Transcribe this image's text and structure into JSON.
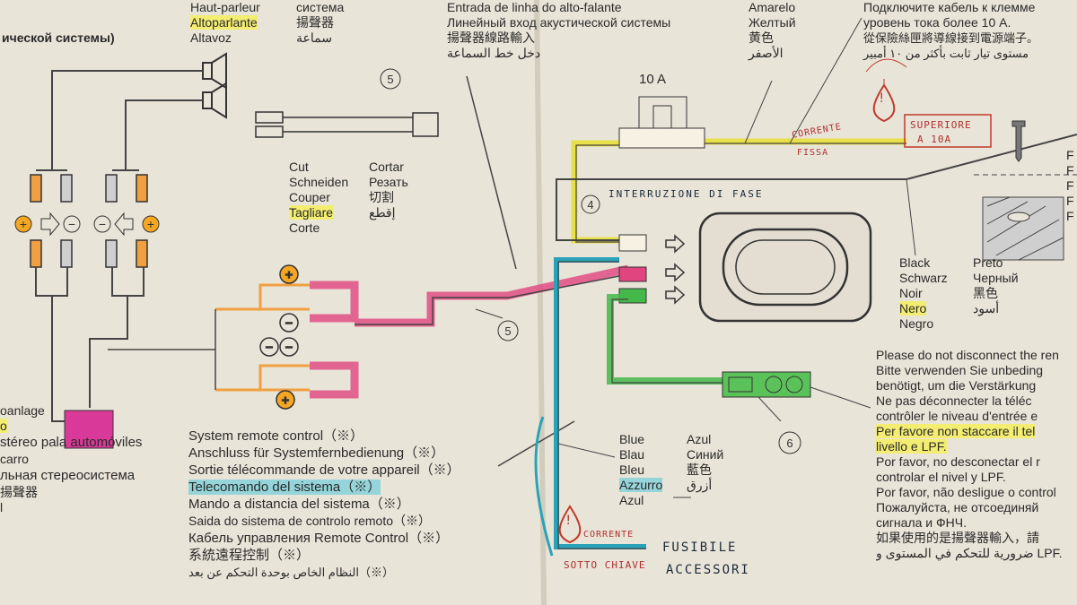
{
  "speaker_labels": {
    "fr": "Haut-parleur",
    "ru": "система",
    "it": "Altoparlante",
    "zh": "揚聲器",
    "es": "Altavoz",
    "ar": "سماعة"
  },
  "speaker_title_fragment": "ической системы)",
  "line_input": {
    "pt": "Entrada de linha do alto-falante",
    "ru": "Линейный вход акустической системы",
    "zh": "揚聲器線路輸入",
    "ar": "دخل خط السماعة"
  },
  "yellow": {
    "pt": "Amarelo",
    "ru": "Желтый",
    "zh": "黄色",
    "ar": "الأصفر"
  },
  "fuse_note": {
    "ru1": "Подключите кабель к клемме",
    "ru2": "уровень тока более 10 A.",
    "zh": "從保險絲匣將導線接到電源端子。",
    "ar": "مستوى تيار ثابت بأكثر من ١٠ أمبير"
  },
  "fuse_label": "10 A",
  "callouts": {
    "c4": "4",
    "c5a": "5",
    "c5b": "5",
    "c6": "6"
  },
  "cut": {
    "en": "Cut",
    "es": "Cortar",
    "de": "Schneiden",
    "ru": "Резать",
    "fr": "Couper",
    "zh": "切割",
    "it": "Tagliare",
    "ar": "إقطع",
    "pt": "Corte"
  },
  "black": {
    "en": "Black",
    "pt": "Preto",
    "de": "Schwarz",
    "ru": "Черный",
    "fr": "Noir",
    "zh": "黑色",
    "it": "Nero",
    "ar": "أسود",
    "es": "Negro"
  },
  "blue": {
    "en": "Blue",
    "es": "Azul",
    "de": "Blau",
    "ru": "Синий",
    "fr": "Bleu",
    "zh": "藍色",
    "it": "Azzurro",
    "ar": "أزرق",
    "pt": "Azul"
  },
  "remote": [
    "System remote control（※）",
    "Anschluss für Systemfernbedienung（※）",
    "Sortie télécommande de votre appareil（※）",
    "Telecomando del sistema（※）",
    "Mando a distancia del sistema（※）",
    "Saida do sistema de controlo remoto（※）",
    "Кабель управления Remote Control（※）",
    "系統遠程控制（※）",
    "النظام الخاص بوحدة التحكم عن بعد（※）"
  ],
  "left_frags": [
    "oanlage",
    "o",
    "stéreo pala automóviles",
    "carro",
    "льная  стереосистема",
    "揚聲器",
    "l"
  ],
  "notes": [
    "Please do not disconnect the ren",
    "Bitte verwenden Sie unbeding",
    "benötigt, um die Verstärkung",
    "Ne pas déconnecter la téléc",
    "contrôler le niveau d'entrée e",
    "Per favore non staccare il tel",
    "livello e LPF.",
    "Por favor, no desconectar el r",
    "controlar el nivel y LPF.",
    "Por favor, não desligue o control",
    "Пожалуйста, не отсоединяй",
    "сигнала и ФНЧ.",
    "如果使用的是揚聲器輸入，請",
    "ضرورية للتحكم في المستوى و LPF."
  ],
  "right_edge": [
    "F",
    "F",
    "F",
    "F",
    "F"
  ],
  "handwritten": {
    "superiore": "SUPERIORE",
    "a10a": "A 10A",
    "corrente": "CORRENTE",
    "fissa": "FISSA",
    "fase": "INTERRUZIONE DI FASE",
    "corrente2": "CORRENTE",
    "sotto": "SOTTO CHIAVE",
    "fusibile": "FUSIBILE",
    "accessori": "ACCESSORI",
    "bang": "!"
  },
  "colors": {
    "yellow": "#e8e04a",
    "pink": "#e0457f",
    "blue": "#2aa3b8",
    "green": "#44b84a",
    "orange": "#f0a040",
    "magenta": "#d93a9a",
    "red": "#c0392b"
  }
}
